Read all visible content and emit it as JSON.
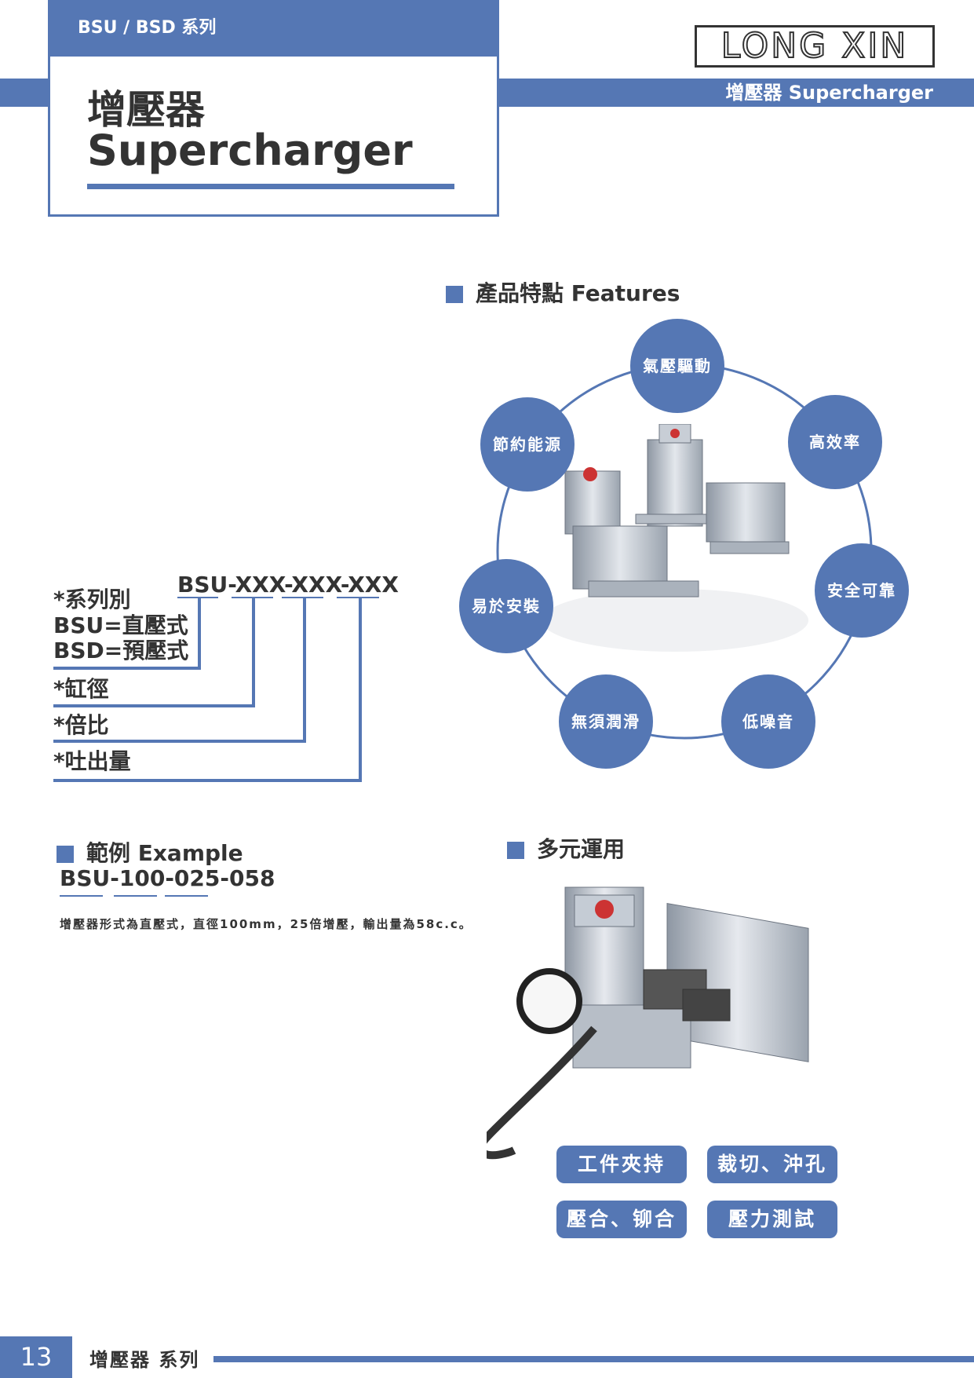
{
  "header": {
    "series_tab": "BSU / BSD 系列",
    "title_zh": "增壓器",
    "title_en": "Supercharger",
    "subtitle": "增壓器 Supercharger",
    "logo": "LONG XIN"
  },
  "features": {
    "heading": "產品特點 Features",
    "items": [
      "氣壓驅動",
      "高效率",
      "安全可靠",
      "低噪音",
      "無須潤滑",
      "易於安裝",
      "節約能源"
    ]
  },
  "model_code": {
    "code": "BSU-XXX-XXX-XXX",
    "labels": {
      "series": "*系列別",
      "bsu": "BSU=直壓式",
      "bsd": "BSD=預壓式",
      "bore": "*缸徑",
      "ratio": "*倍比",
      "output": "*吐出量"
    }
  },
  "example": {
    "heading": "範例 Example",
    "code": "BSU-100-025-058",
    "description": "增壓器形式為直壓式，直徑100mm，25倍增壓，輸出量為58c.c。"
  },
  "applications": {
    "heading": "多元運用",
    "items": [
      "工件夾持",
      "裁切、沖孔",
      "壓合、铆合",
      "壓力測試"
    ]
  },
  "footer": {
    "page_number": "13",
    "text": "增壓器 系列"
  },
  "colors": {
    "accent": "#5577b4",
    "text": "#333333"
  }
}
